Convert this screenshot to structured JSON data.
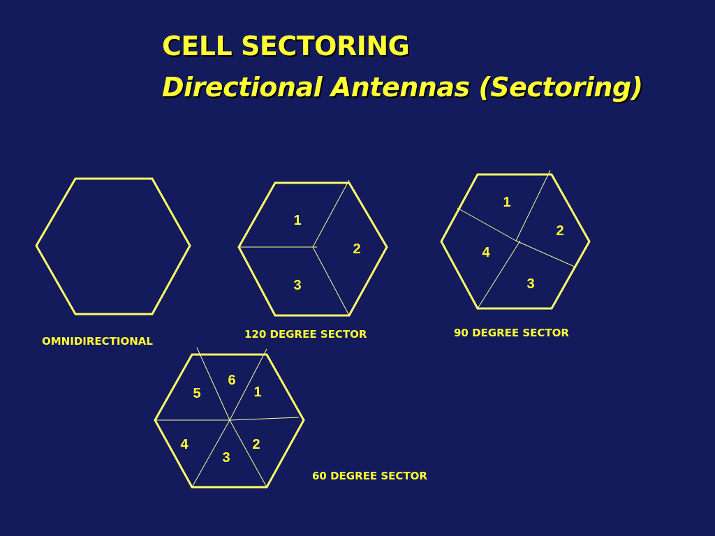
{
  "title": {
    "line1": "CELL SECTORING",
    "line2": "Directional Antennas (Sectoring)"
  },
  "diagrams": [
    {
      "id": "omni",
      "caption": "OMNIDIRECTIONAL",
      "sectors": []
    },
    {
      "id": "s120",
      "caption": "120 DEGREE SECTOR",
      "sectors": [
        "1",
        "2",
        "3"
      ]
    },
    {
      "id": "s90",
      "caption": "90 DEGREE SECTOR",
      "sectors": [
        "1",
        "2",
        "3",
        "4"
      ]
    },
    {
      "id": "s60",
      "caption": "60 DEGREE SECTOR",
      "sectors": [
        "1",
        "2",
        "3",
        "4",
        "5",
        "6"
      ]
    }
  ],
  "colors": {
    "background": "#131b5c",
    "text": "#ffff33",
    "hexagon_outline": "#ffff66",
    "sector_lines": "#ffff99"
  }
}
